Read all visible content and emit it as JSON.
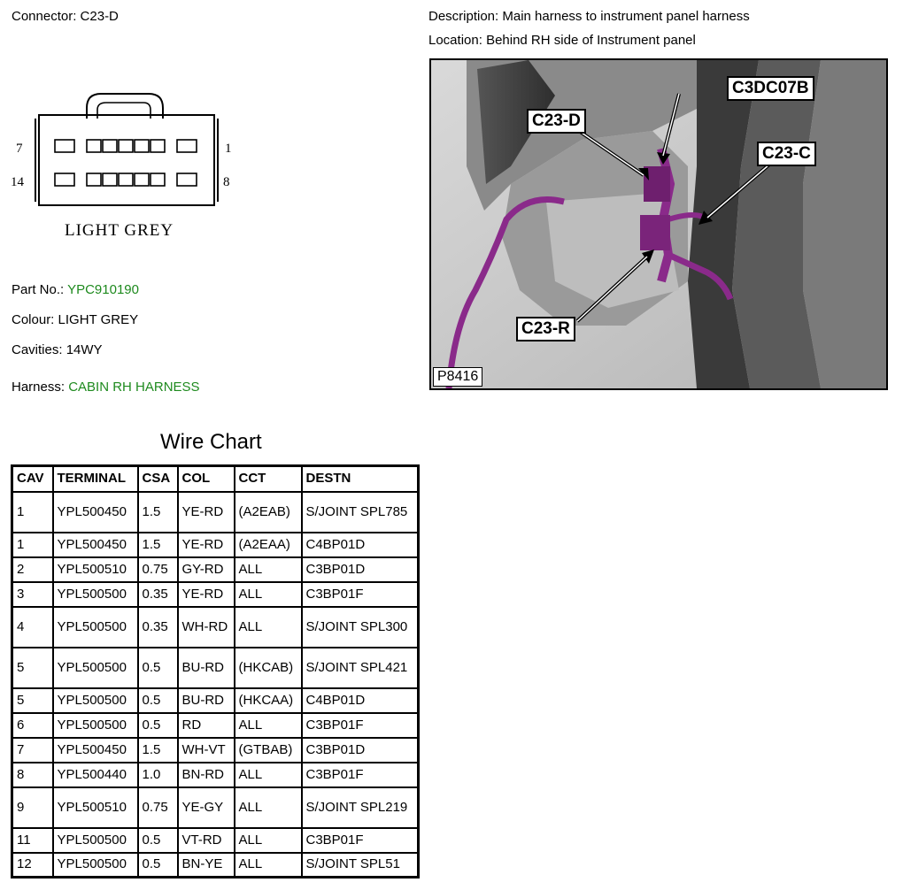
{
  "connector": {
    "label": "Connector:",
    "value": "C23-D",
    "pin_labels": {
      "top_left": "7",
      "top_right": "1",
      "bottom_left": "14",
      "bottom_right": "8"
    },
    "colour_caption": "LIGHT GREY"
  },
  "description": {
    "label": "Description:",
    "value": "Main harness to instrument panel harness"
  },
  "location": {
    "label": "Location:",
    "value": "Behind RH side of Instrument panel"
  },
  "part_no": {
    "label": "Part No.:",
    "value": "YPC910190"
  },
  "colour": {
    "label": "Colour:",
    "value": "LIGHT GREY"
  },
  "cavities": {
    "label": "Cavities:",
    "value": "14WY"
  },
  "harness": {
    "label": "Harness:",
    "value": "CABIN RH HARNESS"
  },
  "photo": {
    "callouts": [
      "C3DC07B",
      "C23-D",
      "C23-C",
      "C23-R"
    ],
    "id": "P8416"
  },
  "wire_chart": {
    "title": "Wire Chart",
    "headers": [
      "CAV",
      "TERMINAL",
      "CSA",
      "COL",
      "CCT",
      "DESTN"
    ],
    "rows": [
      {
        "cav": "1",
        "terminal": "YPL500450",
        "csa": "1.5",
        "col": "YE-RD",
        "cct": "(A2EAB)",
        "destn": "S/JOINT SPL785"
      },
      {
        "cav": "1",
        "terminal": "YPL500450",
        "csa": "1.5",
        "col": "YE-RD",
        "cct": "(A2EAA)",
        "destn": "C4BP01D"
      },
      {
        "cav": "2",
        "terminal": "YPL500510",
        "csa": "0.75",
        "col": "GY-RD",
        "cct": "ALL",
        "destn": "C3BP01D"
      },
      {
        "cav": "3",
        "terminal": "YPL500500",
        "csa": "0.35",
        "col": "YE-RD",
        "cct": "ALL",
        "destn": "C3BP01F"
      },
      {
        "cav": "4",
        "terminal": "YPL500500",
        "csa": "0.35",
        "col": "WH-RD",
        "cct": "ALL",
        "destn": "S/JOINT SPL300"
      },
      {
        "cav": "5",
        "terminal": "YPL500500",
        "csa": "0.5",
        "col": "BU-RD",
        "cct": "(HKCAB)",
        "destn": "S/JOINT SPL421"
      },
      {
        "cav": "5",
        "terminal": "YPL500500",
        "csa": "0.5",
        "col": "BU-RD",
        "cct": "(HKCAA)",
        "destn": "C4BP01D"
      },
      {
        "cav": "6",
        "terminal": "YPL500500",
        "csa": "0.5",
        "col": "RD",
        "cct": "ALL",
        "destn": "C3BP01F"
      },
      {
        "cav": "7",
        "terminal": "YPL500450",
        "csa": "1.5",
        "col": "WH-VT",
        "cct": "(GTBAB)",
        "destn": "C3BP01D"
      },
      {
        "cav": "8",
        "terminal": "YPL500440",
        "csa": "1.0",
        "col": "BN-RD",
        "cct": "ALL",
        "destn": "C3BP01F"
      },
      {
        "cav": "9",
        "terminal": "YPL500510",
        "csa": "0.75",
        "col": "YE-GY",
        "cct": "ALL",
        "destn": "S/JOINT SPL219"
      },
      {
        "cav": "11",
        "terminal": "YPL500500",
        "csa": "0.5",
        "col": "VT-RD",
        "cct": "ALL",
        "destn": "C3BP01F"
      },
      {
        "cav": "12",
        "terminal": "YPL500500",
        "csa": "0.5",
        "col": "BN-YE",
        "cct": "ALL",
        "destn": "S/JOINT SPL51"
      }
    ]
  },
  "colors": {
    "link_green": "#1e8a1e",
    "harness_purple": "#8a2a8a"
  }
}
